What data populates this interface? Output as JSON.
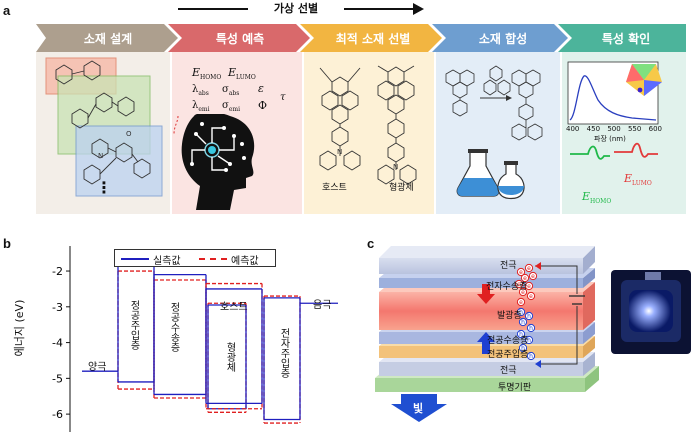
{
  "panel_a": {
    "letter": "a",
    "top_arrow_label": "가상 선별",
    "steps": [
      {
        "label": "소재 설계",
        "color": "#ad9f8e",
        "body": "#f3eee8"
      },
      {
        "label": "특성 예측",
        "color": "#d9696b",
        "body": "#fbe4e2"
      },
      {
        "label": "최적 소재 선별",
        "color": "#f2b541",
        "body": "#fdf1d6"
      },
      {
        "label": "소재 합성",
        "color": "#6e9ed0",
        "body": "#e3edf7"
      },
      {
        "label": "특성 확인",
        "color": "#4cb49b",
        "body": "#e1f2ec"
      }
    ],
    "prediction_symbols": {
      "e_homo": "E",
      "e_homo_sub": "HOMO",
      "e_lumo": "E",
      "e_lumo_sub": "LUMO",
      "lambda_abs": "λ",
      "lambda_abs_sub": "abs",
      "sigma_abs": "σ",
      "sigma_abs_sub": "abs",
      "epsilon": "ε",
      "tau": "τ",
      "lambda_emi": "λ",
      "lambda_emi_sub": "emi",
      "sigma_emi": "σ",
      "sigma_emi_sub": "emi",
      "phi": "Φ"
    },
    "screening_labels": {
      "host": "호스트",
      "fluor": "형광체"
    },
    "confirm": {
      "ticks": [
        "400",
        "450",
        "500",
        "550",
        "600"
      ],
      "xlabel": "파장 (nm)",
      "e_homo": "E",
      "e_homo_sub": "HOMO",
      "e_lumo": "E",
      "e_lumo_sub": "LUMO"
    },
    "dots": "⋮"
  },
  "panel_b": {
    "letter": "b",
    "chart_data": {
      "type": "energy-level diagram",
      "ylabel": "에너지 (eV)",
      "ylim": [
        -6.5,
        -1.3
      ],
      "yticks": [
        -2,
        -3,
        -4,
        -5,
        -6
      ],
      "legend": [
        {
          "name": "실측값",
          "style": "solid",
          "color": "#1f1fbf"
        },
        {
          "name": "예측값",
          "style": "dashed",
          "color": "#e02020"
        }
      ],
      "anode": {
        "label": "양극",
        "level": -4.8
      },
      "cathode": {
        "label": "음극",
        "level": -2.9
      },
      "layers": [
        {
          "label": "정공주입층",
          "measured": [
            -1.75,
            -5.1
          ],
          "predicted": [
            -2.0,
            -5.3
          ]
        },
        {
          "label": "정공수송층",
          "measured": [
            -2.1,
            -5.45
          ],
          "predicted": [
            -2.25,
            -5.55
          ]
        },
        {
          "label": "형광체",
          "measured": [
            -2.95,
            -5.85
          ],
          "predicted": [
            -2.9,
            -5.95
          ]
        },
        {
          "label": "호스트",
          "measured": [
            -2.5,
            -5.7
          ],
          "predicted": [
            -2.35,
            -5.85
          ]
        },
        {
          "label": "전자주입층",
          "measured": [
            -2.75,
            -6.15
          ],
          "predicted": [
            -2.7,
            -6.25
          ]
        }
      ]
    }
  },
  "panel_c": {
    "letter": "c",
    "layers": {
      "cathode": "전극",
      "etl": "전자수송층",
      "eml": "발광층",
      "htl": "전공수송층",
      "hil": "전공주입층",
      "anode": "전극",
      "substrate": "투명기판"
    },
    "light": "빛",
    "electron": "e",
    "hole": "h",
    "colors": {
      "eml": "#f4776e",
      "substrate": "#a9d69a",
      "glow": "#4a6bff"
    }
  }
}
